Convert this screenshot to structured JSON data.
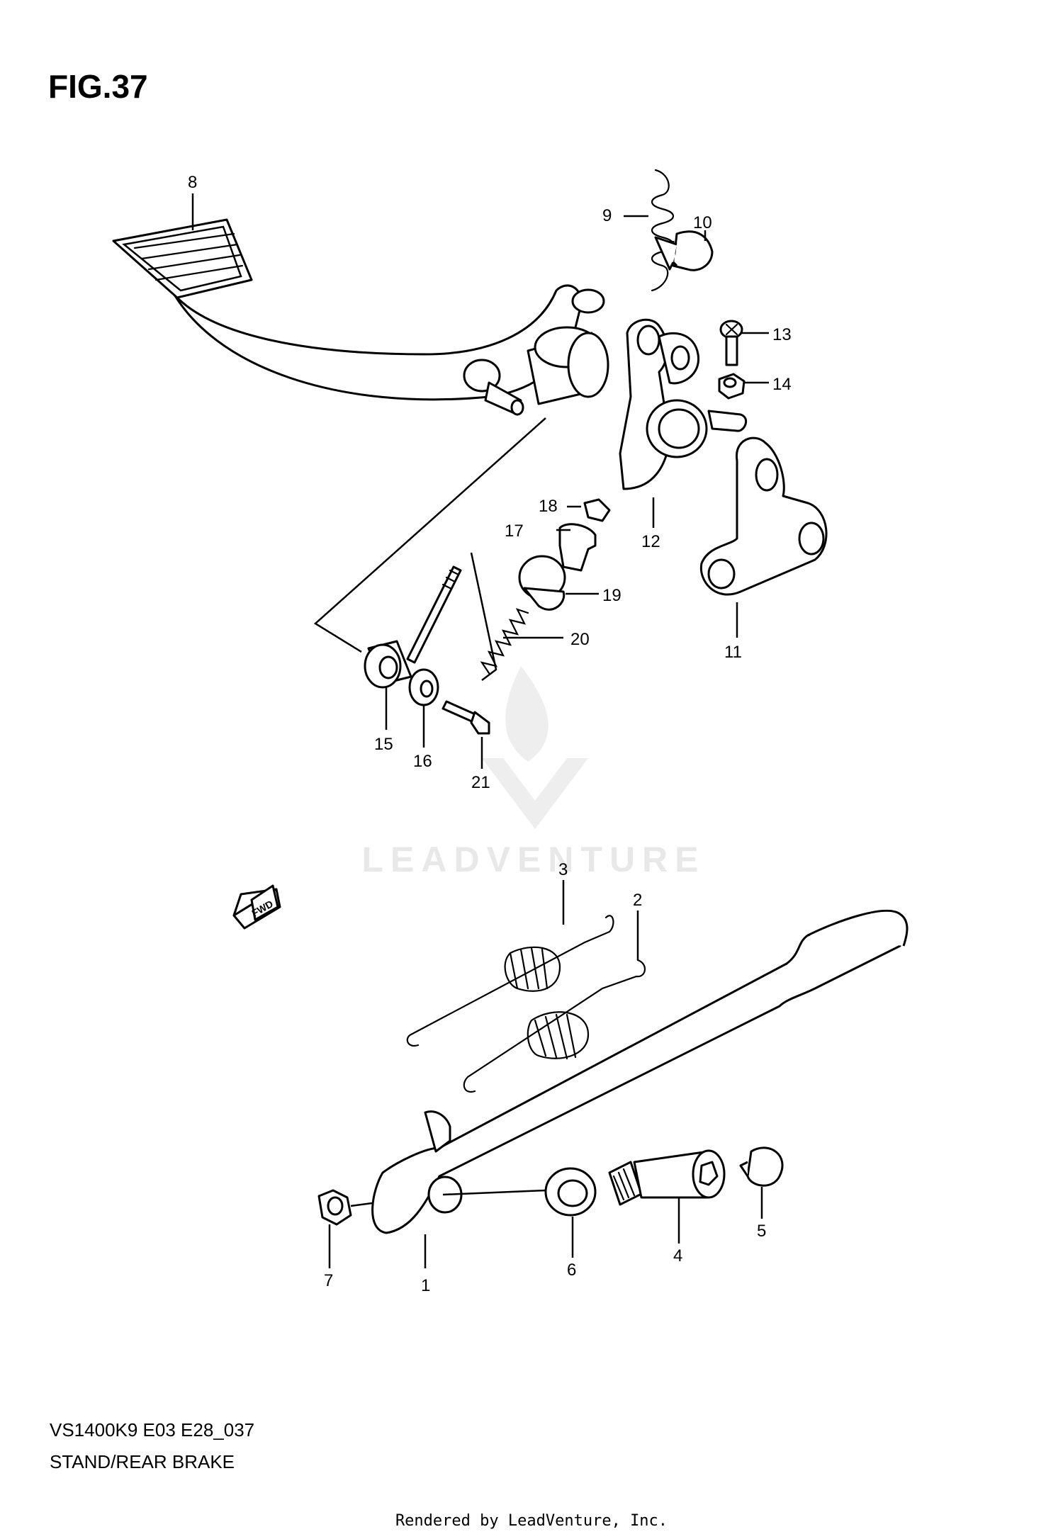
{
  "figure": {
    "title": "FIG.37",
    "model_code": "VS1400K9 E03 E28_037",
    "section_name": "STAND/REAR BRAKE"
  },
  "watermark": {
    "text": "LEADVENTURE"
  },
  "direction_indicator": {
    "text": "FWD"
  },
  "footer": {
    "rendered_by": "Rendered by LeadVenture, Inc."
  },
  "parts": [
    {
      "ref": "1"
    },
    {
      "ref": "2"
    },
    {
      "ref": "3"
    },
    {
      "ref": "4"
    },
    {
      "ref": "5"
    },
    {
      "ref": "6"
    },
    {
      "ref": "7"
    },
    {
      "ref": "8"
    },
    {
      "ref": "9"
    },
    {
      "ref": "10"
    },
    {
      "ref": "11"
    },
    {
      "ref": "12"
    },
    {
      "ref": "13"
    },
    {
      "ref": "14"
    },
    {
      "ref": "15"
    },
    {
      "ref": "16"
    },
    {
      "ref": "17"
    },
    {
      "ref": "18"
    },
    {
      "ref": "19"
    },
    {
      "ref": "20"
    },
    {
      "ref": "21"
    }
  ]
}
